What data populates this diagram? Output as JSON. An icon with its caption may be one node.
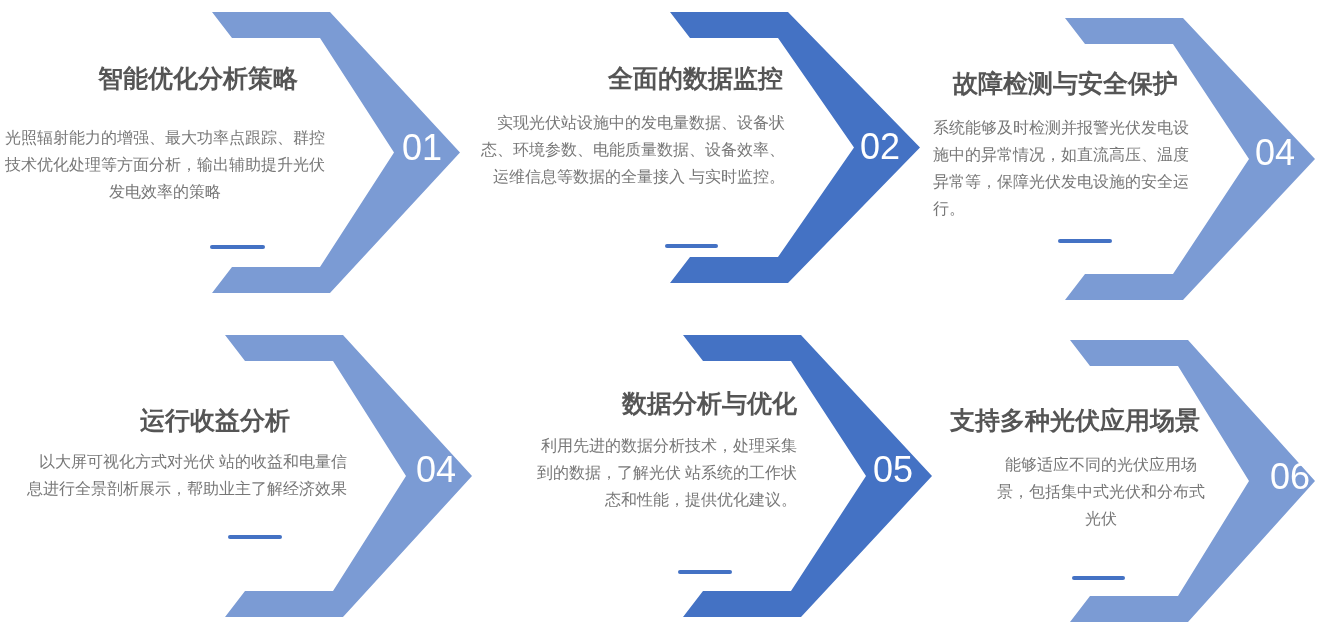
{
  "diagram": {
    "nodes": [
      {
        "text": [
          "智能优化分析策略",
          "光照辐射能力的增强、最大功率点跟踪、群控技术优化处理等方面分析，输出辅助提升光伏发电效率的策略",
          "01"
        ]
      },
      {
        "text": [
          "全面的数据监控",
          "实现光伏站设施中的发电量数据、设备状态、环境参数、电能质量数据、设备效率、运维信息等数据的全量接入 与实时监控。",
          "02"
        ]
      },
      {
        "text": [
          "故障检测与安全保护",
          "系统能够及时检测并报警光伏发电设施中的异常情况，如直流高压、温度异常等，保障光伏发电设施的安全运行。",
          "04"
        ]
      },
      {
        "text": [
          "运行收益分析",
          "以大屏可视化方式对光伏 站的收益和电量信息进行全景剖析展示，帮助业主了解经济效果",
          "04"
        ]
      },
      {
        "text": [
          "数据分析与优化",
          "利用先进的数据分析技术，处理采集到的数据，了解光伏 站系统的工作状态和性能，提供优化建议。",
          "05"
        ]
      },
      {
        "text": [
          "支持多种光伏应用场景",
          "能够适应不同的光伏应用场景，包括集中式光伏和分布式光伏",
          "06"
        ]
      }
    ]
  }
}
